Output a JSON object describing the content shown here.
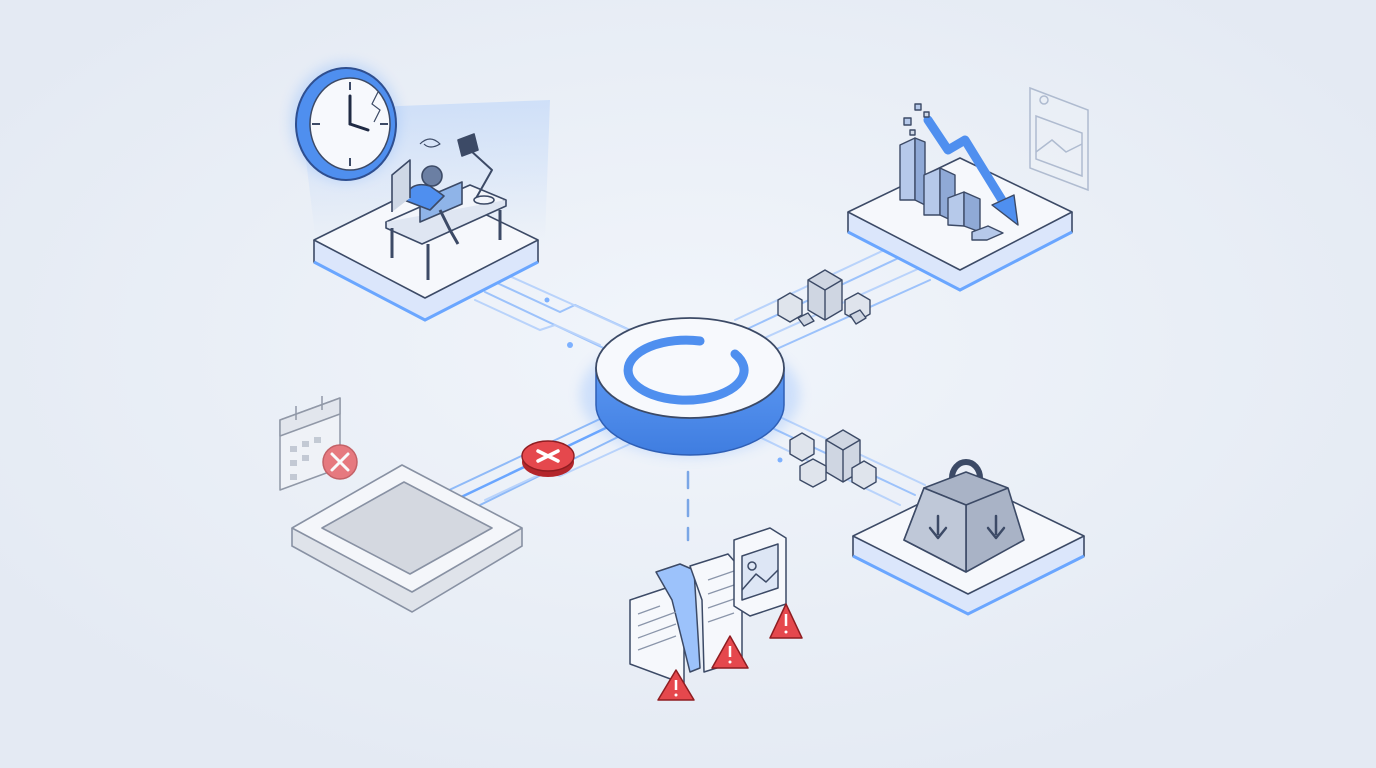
{
  "scene": {
    "hub": {
      "label": "",
      "icon": "loading-ring-icon"
    },
    "modules": [
      {
        "id": "overworked-employee",
        "icon": "clock-icon"
      },
      {
        "id": "declining-performance",
        "icon": "bar-chart-decline-icon"
      },
      {
        "id": "missed-deadline",
        "icon": "calendar-cancel-icon"
      },
      {
        "id": "heavy-burden",
        "icon": "weight-icon"
      },
      {
        "id": "broken-documents",
        "icon": "document-warning-icon"
      }
    ]
  },
  "colors": {
    "background": "#e9eef6",
    "accent": "#4f8fef",
    "accent_light": "#9cc2fb",
    "platform_top": "#f6f8fc",
    "platform_stroke": "#3c4a66",
    "warning": "#e5484d",
    "cube": "#cfd6e2"
  }
}
